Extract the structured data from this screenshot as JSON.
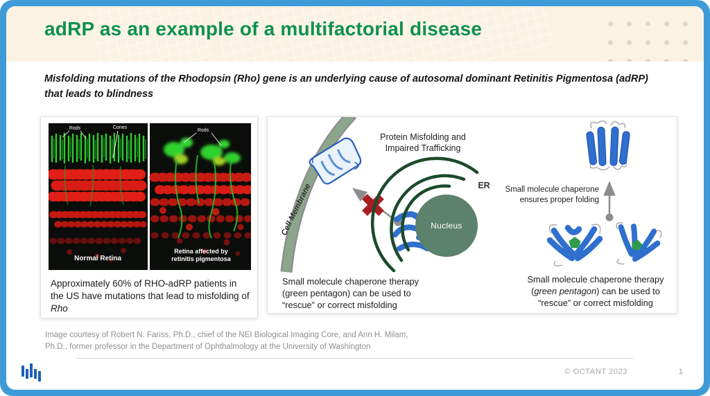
{
  "header": {
    "title": "adRP as an example of a multifactorial disease"
  },
  "subtitle": {
    "line1": "Misfolding mutations of the Rhodopsin (Rho) gene is an underlying cause of autosomal dominant Retinitis Pigmentosa (adRP)",
    "line2": "that leads to blindness"
  },
  "retina_panel": {
    "label_rods": "Rods",
    "label_cones": "Cones",
    "label_rods_rp": "Rods",
    "caption_normal": "Normal Retina",
    "caption_affected_line1": "Retina affected by",
    "caption_affected_line2": "retinitis pigmentosa",
    "body_text": "Approximately 60% of RHO-adRP patients in the US have mutations that lead to misfolding of ",
    "body_text_italic": "Rho"
  },
  "pathway_panel": {
    "misfolding_label_line1": "Protein Misfolding and",
    "misfolding_label_line2": "Impaired Trafficking",
    "cell_membrane_label": "Cell Membrane",
    "er_label": "ER",
    "nucleus_label": "Nucleus",
    "caption_line1": "Small molecule chaperone therapy",
    "caption_line2": "(green pentagon) can be used to",
    "caption_line3": "“rescue” or correct misfolding"
  },
  "chaperone_panel": {
    "arrow_label_line1": "Small molecule chaperone",
    "arrow_label_line2": "ensures proper folding",
    "caption_line1": "Small molecule chaperone therapy",
    "caption_line2_pre": "(",
    "caption_line2_italic": "green pentagon",
    "caption_line2_post": ") can be used to",
    "caption_line3": "“rescue” or correct misfolding"
  },
  "credits": {
    "line1": "Image courtesy of Robert N. Fariss, Ph.D., chief of the NEI Biological Imaging Core, and Ann H. Milam,",
    "line2": "Ph.D., former professor in the Department of Ophthalmology at the University of Washington"
  },
  "footer": {
    "copyright": "© OCTANT 2023",
    "page_number": "1"
  },
  "colors": {
    "border_blue": "#3e9bd7",
    "header_cream": "#fbf2e3",
    "title_green": "#0e9151",
    "nucleus_green": "#5c816c",
    "er_dark_green": "#1b4a2b",
    "membrane_sage": "#8ca68b",
    "protein_blue": "#2f6fce",
    "pentagon_green": "#2e9b4e",
    "block_red": "#a81e22"
  }
}
